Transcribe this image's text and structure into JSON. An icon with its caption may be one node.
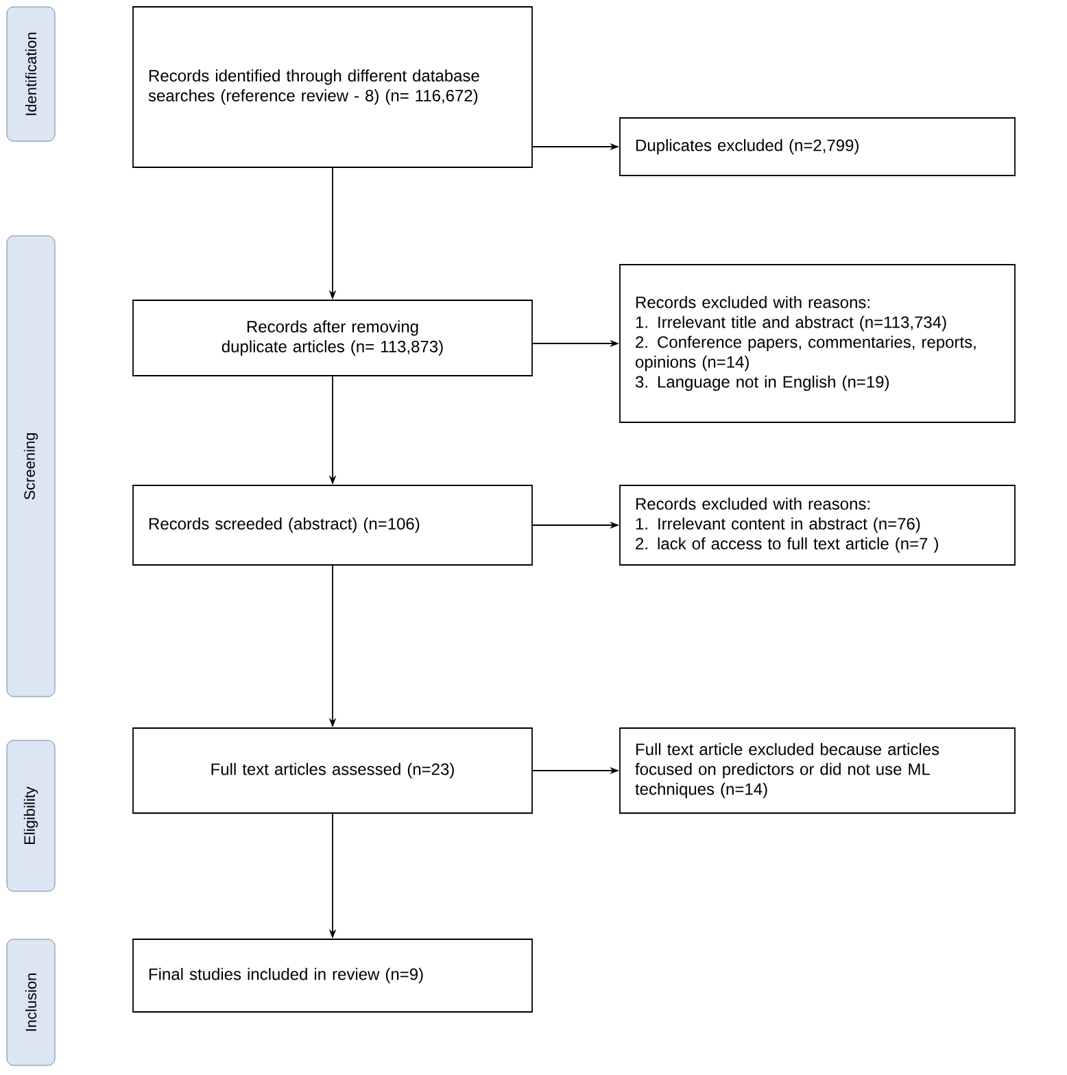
{
  "diagram": {
    "nodes": [
      {
        "text": [
          "Identification"
        ]
      },
      {
        "text": [
          "Screening"
        ]
      },
      {
        "text": [
          "Eligibility"
        ]
      },
      {
        "text": [
          "Inclusion"
        ]
      },
      {
        "text": [
          "Records identified through different database searches (reference review - 8) (n= 116,672)"
        ]
      },
      {
        "text": [
          "Duplicates excluded (n=2,799)"
        ]
      },
      {
        "text": [
          "Records after removing duplicate articles (n= 113,873)"
        ]
      },
      {
        "text": [
          "Records excluded with reasons:",
          "1. Irrelevant title and abstract (n=113,734)",
          "2. Conference papers, commentaries, reports, opinions (n=14)",
          "3. Language not in English (n=19)"
        ]
      },
      {
        "text": [
          "Records screeded (abstract) (n=106)"
        ]
      },
      {
        "text": [
          "Records excluded with reasons:",
          "1. Irrelevant content in abstract (n=76)",
          "2. lack of access to full text article (n=7 )"
        ]
      },
      {
        "text": [
          "Full text articles assessed (n=23)"
        ]
      },
      {
        "text": [
          "Full text article excluded because articles focused on predictors or did not use ML techniques (n=14)"
        ]
      },
      {
        "text": [
          "Final studies included in review (n=9)"
        ]
      }
    ],
    "edges": [
      {
        "from": 4,
        "to": 5,
        "arrow": "to"
      },
      {
        "from": 4,
        "to": 6,
        "arrow": "to"
      },
      {
        "from": 6,
        "to": 7,
        "arrow": "to"
      },
      {
        "from": 6,
        "to": 8,
        "arrow": "to"
      },
      {
        "from": 8,
        "to": 9,
        "arrow": "to"
      },
      {
        "from": 8,
        "to": 10,
        "arrow": "to"
      },
      {
        "from": 10,
        "to": 11,
        "arrow": "to"
      },
      {
        "from": 10,
        "to": 12,
        "arrow": "to"
      }
    ]
  }
}
